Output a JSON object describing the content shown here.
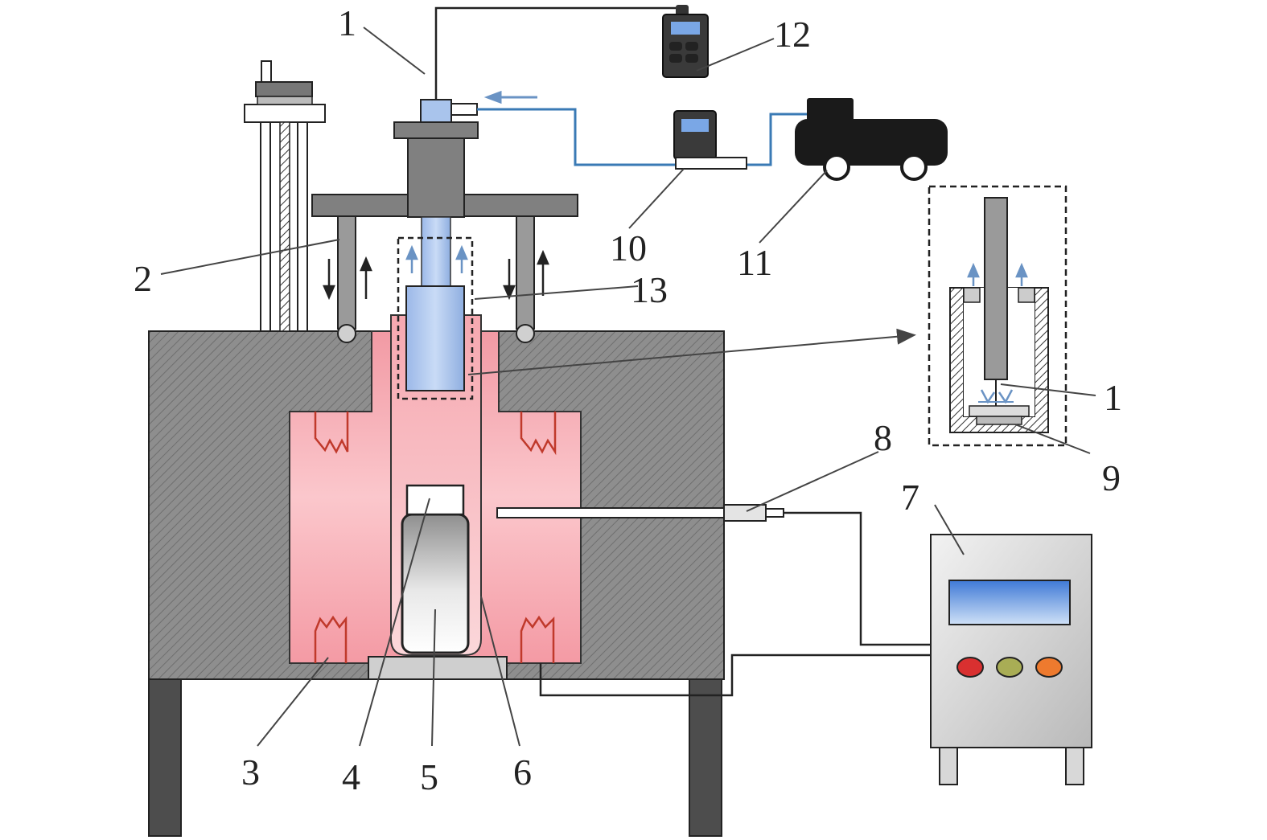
{
  "labels": {
    "l1_top": "1",
    "l1_inset": "1",
    "l2": "2",
    "l3": "3",
    "l4": "4",
    "l5": "5",
    "l6": "6",
    "l7": "7",
    "l8": "8",
    "l9": "9",
    "l10": "10",
    "l11": "11",
    "l12": "12",
    "l13": "13"
  },
  "colors": {
    "furnace_body": "#8c8c8c",
    "heat_chamber": "#f7aab2",
    "heater_coil": "#c0392b",
    "gas_line": "#3a7ab5",
    "flow_arrow": "#6a93c4",
    "push_rod": "#a9c4ec",
    "control_button_red": "#d93030",
    "control_button_olive": "#a9ad55",
    "control_button_orange": "#ee7a2e",
    "display_screen": "#7aa7e6"
  },
  "icons": [
    "thermocouple",
    "gas-pump-cart",
    "flow-meter",
    "pressure-gauge",
    "control-cabinet",
    "lift-screw"
  ]
}
